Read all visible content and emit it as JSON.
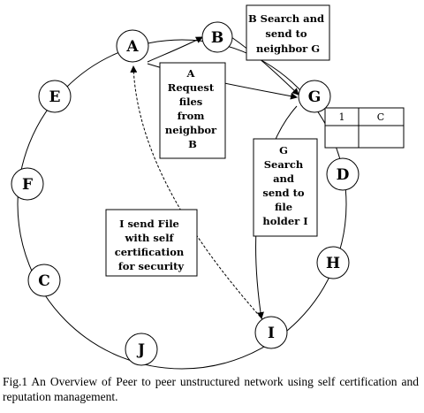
{
  "nodes": {
    "A": "A",
    "B": "B",
    "G": "G",
    "D": "D",
    "H": "H",
    "I": "I",
    "J": "J",
    "C": "C",
    "F": "F",
    "E": "E"
  },
  "boxes": {
    "b_search": [
      "B Search and",
      "send to",
      "neighbor G"
    ],
    "a_request": [
      "A",
      "Request",
      "files",
      "from",
      "neighbor",
      "B"
    ],
    "g_search": [
      "G",
      "Search",
      "and",
      "send to",
      "file",
      "holder I"
    ],
    "i_send": [
      "I send File",
      "with self",
      "certification",
      "for security"
    ]
  },
  "table": {
    "col1": "1",
    "col2": "C"
  },
  "caption": "Fig.1 An Overview of Peer to peer unstructured network using self certification and reputation management."
}
